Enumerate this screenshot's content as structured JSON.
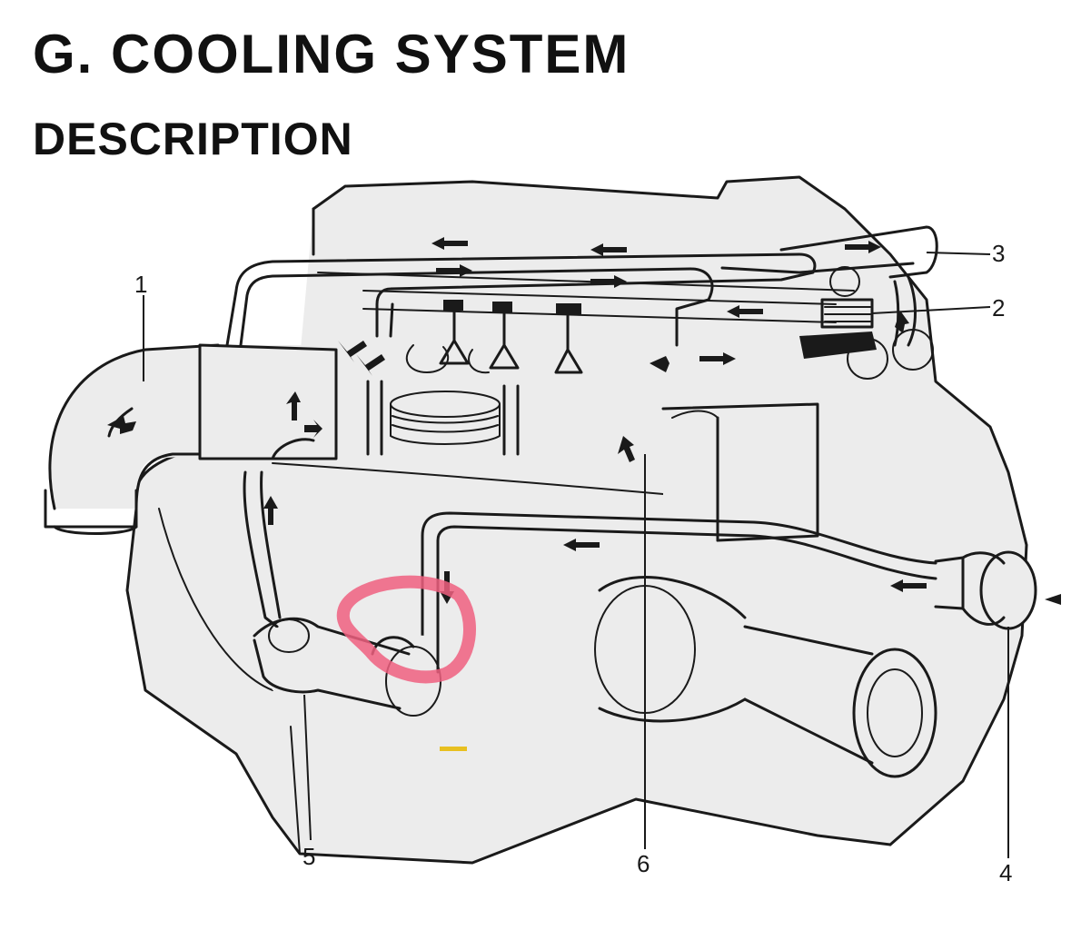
{
  "header": {
    "title": "G. COOLING SYSTEM",
    "subtitle": "DESCRIPTION"
  },
  "callouts": [
    {
      "id": "1",
      "label": "1"
    },
    {
      "id": "2",
      "label": "2"
    },
    {
      "id": "3",
      "label": "3"
    },
    {
      "id": "4",
      "label": "4"
    },
    {
      "id": "5",
      "label": "5"
    },
    {
      "id": "6",
      "label": "6"
    }
  ],
  "colors": {
    "line": "#1a1a1a",
    "highlight": "#f06080",
    "mark": "#e8c020"
  }
}
